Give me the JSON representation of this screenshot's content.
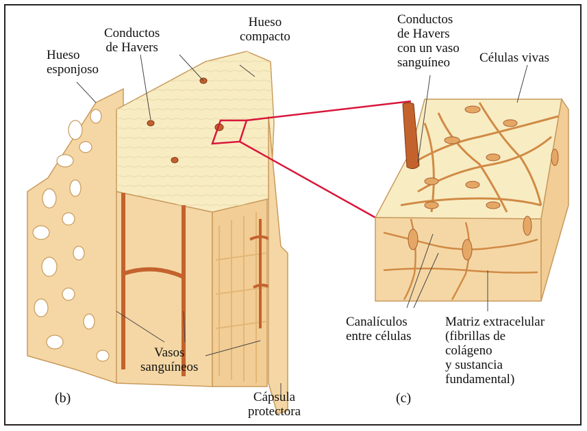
{
  "colors": {
    "bone_light": "#f8ecc3",
    "bone_mid": "#f5d7a5",
    "bone_dark": "#d9a96a",
    "vessel": "#c4622d",
    "zoom_line": "#d8163a",
    "text": "#111111"
  },
  "labels": {
    "hueso_esponjoso": "Hueso\nesponjoso",
    "conductos_havers": "Conductos\nde Havers",
    "hueso_compacto": "Hueso\ncompacto",
    "conductos_vaso": "Conductos\nde Havers\ncon un vaso\nsanguíneo",
    "celulas_vivas": "Células vivas",
    "vasos_sanguineos": "Vasos\nsanguíneos",
    "capsula_protectora": "Cápsula\nprotectora",
    "canaliculos": "Canalículos\nentre células",
    "matriz": "Matriz extracelular\n(fibrillas de\ncolágeno\ny sustancia\nfundamental)",
    "panel_b": "(b)",
    "panel_c": "(c)"
  }
}
